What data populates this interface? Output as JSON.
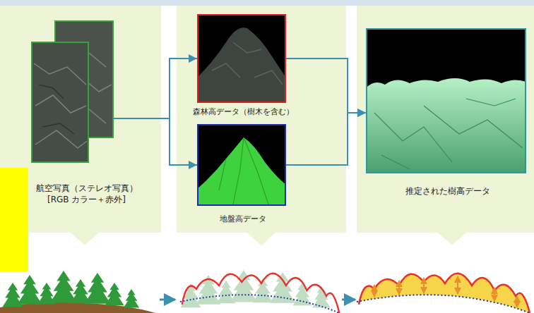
{
  "diagram": {
    "nodes": [
      {
        "text": [
          "航空写真（ステレオ写真）",
          "[RGB カラー＋赤外]"
        ]
      },
      {
        "text": [
          "森林高データ（樹木を含む）"
        ]
      },
      {
        "text": [
          "地盤高データ"
        ]
      },
      {
        "text": [
          "推定された樹高データ"
        ]
      }
    ],
    "edges": [
      {
        "from": 0,
        "to": 1,
        "arrow": "to"
      },
      {
        "from": 0,
        "to": 2,
        "arrow": "to"
      },
      {
        "from": 1,
        "to": 3,
        "arrow": "to"
      },
      {
        "from": 2,
        "to": 3,
        "arrow": "to"
      }
    ]
  }
}
